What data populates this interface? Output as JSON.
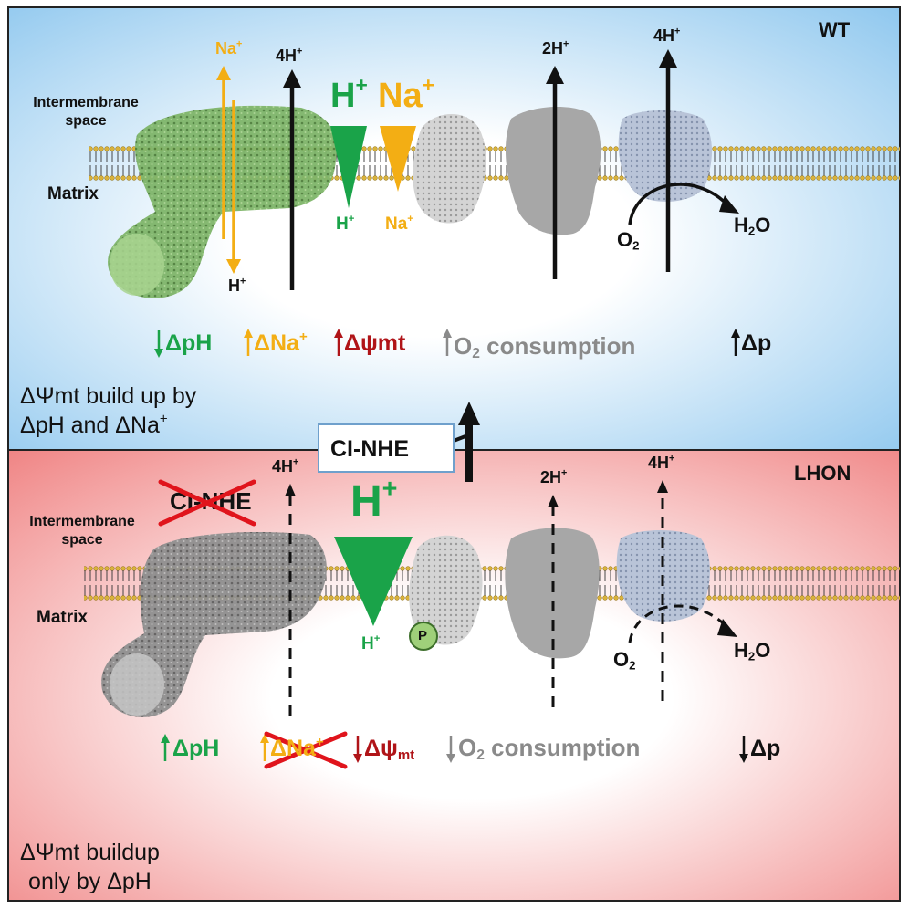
{
  "wt": {
    "tag": "WT",
    "intermembrane_space": [
      "Intermembrane",
      "space"
    ],
    "matrix": "Matrix",
    "na_top": "Na",
    "h_bottom": "H",
    "ci_pump": "4H",
    "big_h": "H",
    "big_na": "Na",
    "small_h": "H",
    "small_na": "Na",
    "civ_pump": "2H",
    "cv_pump": "4H",
    "o2": "O",
    "h2o": "H",
    "h2o_tail": "O",
    "metrics": {
      "dph": "ΔpH",
      "dna": "ΔNa",
      "dpsi": "Δψmt",
      "o2c_prefix": "O",
      "o2c_suffix": "consumption",
      "dp": "Δp"
    },
    "note": [
      "ΔΨmt build up by",
      "ΔpH and ΔNa"
    ]
  },
  "lhon": {
    "tag": "LHON",
    "ci_nhe_crossed": "CI-NHE",
    "intermembrane_space": [
      "Intermembrane",
      "space"
    ],
    "matrix": "Matrix",
    "ci_pump": "4H",
    "big_h": "H",
    "small_h": "H",
    "phospho": "P",
    "civ_pump": "2H",
    "cv_pump": "4H",
    "o2": "O",
    "h2o": "H",
    "h2o_tail": "O",
    "metrics": {
      "dph": "ΔpH",
      "dna": "ΔNa",
      "dpsi": "Δψ",
      "dpsi_sub": "mt",
      "o2c_prefix": "O",
      "o2c_suffix": "consumption",
      "dp": "Δp"
    },
    "note": [
      "ΔΨmt buildup",
      "only by ΔpH"
    ]
  },
  "center_label": "CI-NHE",
  "colors": {
    "wt_bg": "#8cc6ee",
    "lhon_bg": "#f08686",
    "green": "#1aa349",
    "orange": "#f3ae14",
    "red": "#b01418",
    "gray": "#8a8a8a",
    "complex_i_wt": "#7fb56a",
    "complex_i_lhon": "#8f8f8f"
  }
}
